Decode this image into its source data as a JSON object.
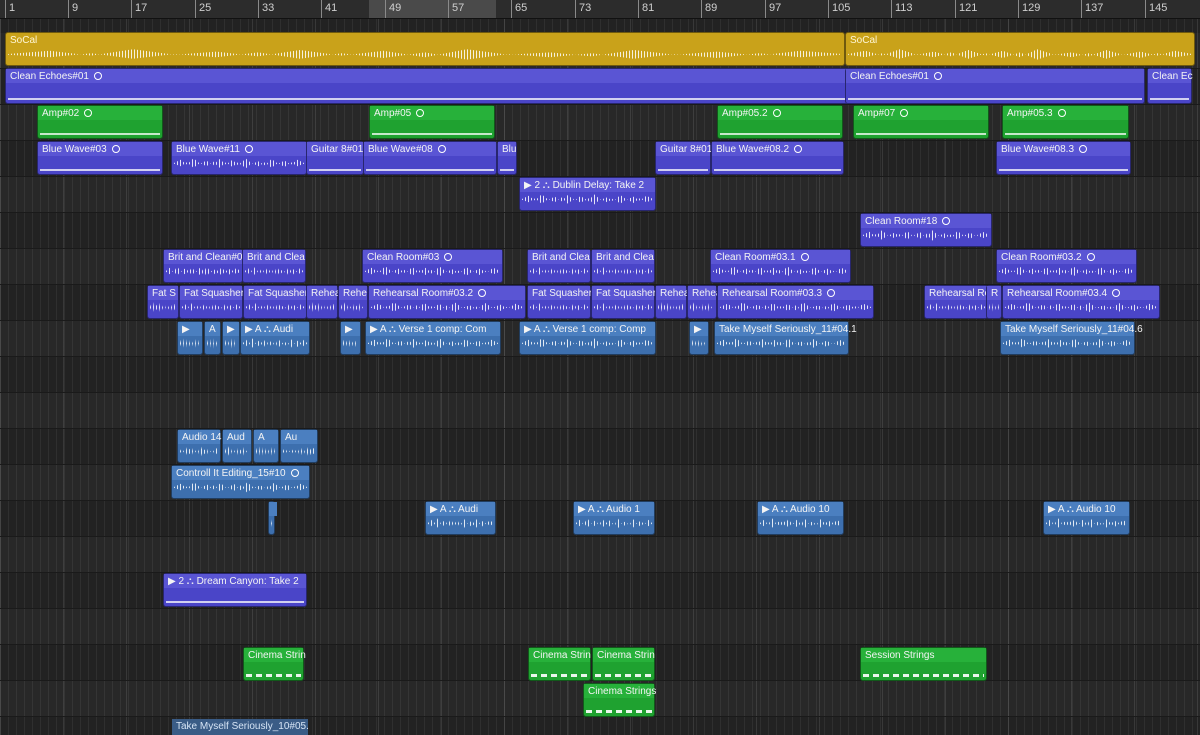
{
  "ruler": {
    "bars": [
      "1",
      "9",
      "17",
      "25",
      "33",
      "41",
      "49",
      "57",
      "65",
      "73",
      "81",
      "89",
      "97",
      "105",
      "113",
      "121",
      "129",
      "137",
      "145"
    ]
  },
  "colors": {
    "yellow": "#c9a21a",
    "purple": "#4a45c8",
    "green": "#1fa230",
    "blue": "#3d6fae"
  },
  "regions": [
    {
      "label": "SoCal",
      "color": "yellow",
      "loop": false
    },
    {
      "label": "SoCal",
      "color": "yellow",
      "loop": false
    },
    {
      "label": "Clean Echoes#01",
      "color": "purple",
      "loop": true
    },
    {
      "label": "Clean Echoes#01",
      "color": "purple",
      "loop": true
    },
    {
      "label": "Clean Ec",
      "color": "purple",
      "loop": false
    },
    {
      "label": "Amp#02",
      "color": "green",
      "loop": true
    },
    {
      "label": "Amp#05",
      "color": "green",
      "loop": true
    },
    {
      "label": "Amp#05.2",
      "color": "green",
      "loop": true
    },
    {
      "label": "Amp#07",
      "color": "green",
      "loop": true
    },
    {
      "label": "Amp#05.3",
      "color": "green",
      "loop": true
    },
    {
      "label": "Blue Wave#03",
      "color": "purple",
      "loop": true
    },
    {
      "label": "Blue Wave#11",
      "color": "purple",
      "loop": true
    },
    {
      "label": "Guitar 8#01",
      "color": "purple",
      "loop": false
    },
    {
      "label": "Blue Wave#08",
      "color": "purple",
      "loop": true
    },
    {
      "label": "Blu",
      "color": "purple",
      "loop": false
    },
    {
      "label": "Guitar 8#01",
      "color": "purple",
      "loop": false
    },
    {
      "label": "Blue Wave#08.2",
      "color": "purple",
      "loop": true
    },
    {
      "label": "Blue Wave#08.3",
      "color": "purple",
      "loop": true
    },
    {
      "label": "▶ 2 ⛬ Dublin Delay: Take 2",
      "color": "purple",
      "loop": false
    },
    {
      "label": "Clean Room#18",
      "color": "purple",
      "loop": true
    },
    {
      "label": "Brit and Clean#0",
      "color": "purple",
      "loop": false
    },
    {
      "label": "Brit and Clea",
      "color": "purple",
      "loop": false
    },
    {
      "label": "Clean Room#03",
      "color": "purple",
      "loop": true
    },
    {
      "label": "Brit and Clea",
      "color": "purple",
      "loop": false
    },
    {
      "label": "Brit and Clea",
      "color": "purple",
      "loop": false
    },
    {
      "label": "Clean Room#03.1",
      "color": "purple",
      "loop": true
    },
    {
      "label": "Clean Room#03.2",
      "color": "purple",
      "loop": true
    },
    {
      "label": "Fat S",
      "color": "purple",
      "loop": false
    },
    {
      "label": "Fat Squasher",
      "color": "purple",
      "loop": false
    },
    {
      "label": "Fat Squasher",
      "color": "purple",
      "loop": false
    },
    {
      "label": "Rehea",
      "color": "purple",
      "loop": false
    },
    {
      "label": "Rehe",
      "color": "purple",
      "loop": false
    },
    {
      "label": "Rehearsal Room#03.2",
      "color": "purple",
      "loop": true
    },
    {
      "label": "Fat Squasher",
      "color": "purple",
      "loop": false
    },
    {
      "label": "Fat Squasher",
      "color": "purple",
      "loop": false
    },
    {
      "label": "Rehea",
      "color": "purple",
      "loop": false
    },
    {
      "label": "Rehea",
      "color": "purple",
      "loop": false
    },
    {
      "label": "Rehearsal Room#03.3",
      "color": "purple",
      "loop": true
    },
    {
      "label": "Rehearsal Ro",
      "color": "purple",
      "loop": false
    },
    {
      "label": "R",
      "color": "purple",
      "loop": false
    },
    {
      "label": "Rehearsal Room#03.4",
      "color": "purple",
      "loop": true
    },
    {
      "label": "▶",
      "color": "blue",
      "loop": false
    },
    {
      "label": "A",
      "color": "blue",
      "loop": false
    },
    {
      "label": "▶",
      "color": "blue",
      "loop": false
    },
    {
      "label": "▶ A ⛬ Audi",
      "color": "blue",
      "loop": false
    },
    {
      "label": "▶",
      "color": "blue",
      "loop": false
    },
    {
      "label": "▶ A ⛬ Verse 1 comp: Com",
      "color": "blue",
      "loop": false
    },
    {
      "label": "▶ A ⛬ Verse 1 comp: Comp",
      "color": "blue",
      "loop": false
    },
    {
      "label": "▶",
      "color": "blue",
      "loop": false
    },
    {
      "label": "Take Myself Seriously_11#04.1",
      "color": "blue",
      "loop": false
    },
    {
      "label": "Take Myself Seriously_11#04.6",
      "color": "blue",
      "loop": false
    },
    {
      "label": "Audio 14:",
      "color": "blue",
      "loop": false
    },
    {
      "label": "Aud",
      "color": "blue",
      "loop": false
    },
    {
      "label": "A",
      "color": "blue",
      "loop": false
    },
    {
      "label": "Au",
      "color": "blue",
      "loop": false
    },
    {
      "label": "Controll It Editing_15#10",
      "color": "blue",
      "loop": true
    },
    {
      "label": "",
      "color": "blue",
      "loop": false
    },
    {
      "label": "▶ A ⛬ Audi",
      "color": "blue",
      "loop": false
    },
    {
      "label": "▶ A ⛬ Audio 1",
      "color": "blue",
      "loop": false
    },
    {
      "label": "▶ A ⛬ Audio 10",
      "color": "blue",
      "loop": false
    },
    {
      "label": "▶ A ⛬ Audio 10",
      "color": "blue",
      "loop": false
    },
    {
      "label": "▶ 2 ⛬ Dream Canyon: Take 2",
      "color": "purple",
      "loop": false
    },
    {
      "label": "Cinema Strin",
      "color": "green",
      "loop": false
    },
    {
      "label": "Cinema Strin",
      "color": "green",
      "loop": false
    },
    {
      "label": "Cinema Strin",
      "color": "green",
      "loop": false
    },
    {
      "label": "Session Strings",
      "color": "green",
      "loop": false
    },
    {
      "label": "Cinema Strings",
      "color": "green",
      "loop": false
    }
  ],
  "bottom_region": {
    "label": "Take Myself Seriously_10#05."
  }
}
